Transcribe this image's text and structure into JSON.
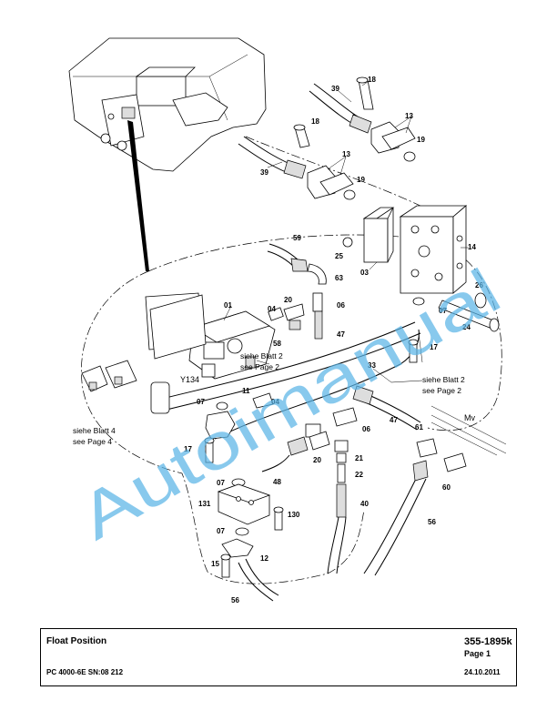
{
  "title_block": {
    "title": "Float Position",
    "model": "PC 4000-6E SN:08 212",
    "drawing_number": "355-1895k",
    "page": "Page 1",
    "date": "24.10.2011"
  },
  "watermark": "Autoimanual",
  "callouts": {
    "c01": "01",
    "c03": "03",
    "c04a": "04",
    "c04b": "04",
    "c06a": "06",
    "c06b": "06",
    "c07a": "07",
    "c07b": "07",
    "c07c": "07",
    "c07d": "07",
    "c11": "11",
    "c12": "12",
    "c13a": "13",
    "c13b": "13",
    "c14": "14",
    "c15": "15",
    "c17a": "17",
    "c17b": "17",
    "c18a": "18",
    "c18b": "18",
    "c19a": "19",
    "c19b": "19",
    "c20a": "20",
    "c20b": "20",
    "c21": "21",
    "c22": "22",
    "c24": "24",
    "c25": "25",
    "c26": "26",
    "c33": "33",
    "c39a": "39",
    "c39b": "39",
    "c40": "40",
    "c47a": "47",
    "c47b": "47",
    "c48": "48",
    "c56a": "56",
    "c56b": "56",
    "c58": "58",
    "c59": "59",
    "c60": "60",
    "c61": "61",
    "c63": "63",
    "c130": "130",
    "c131": "131",
    "y134": "Y134",
    "mv": "Mv"
  },
  "notes": {
    "blatt2_de": "siehe Blatt 2",
    "blatt2_en": "see Page 2",
    "blatt2b_de": "siehe Blatt 2",
    "blatt2b_en": "see Page 2",
    "blatt4_de": "siehe Blatt 4",
    "blatt4_en": "see Page 4"
  }
}
